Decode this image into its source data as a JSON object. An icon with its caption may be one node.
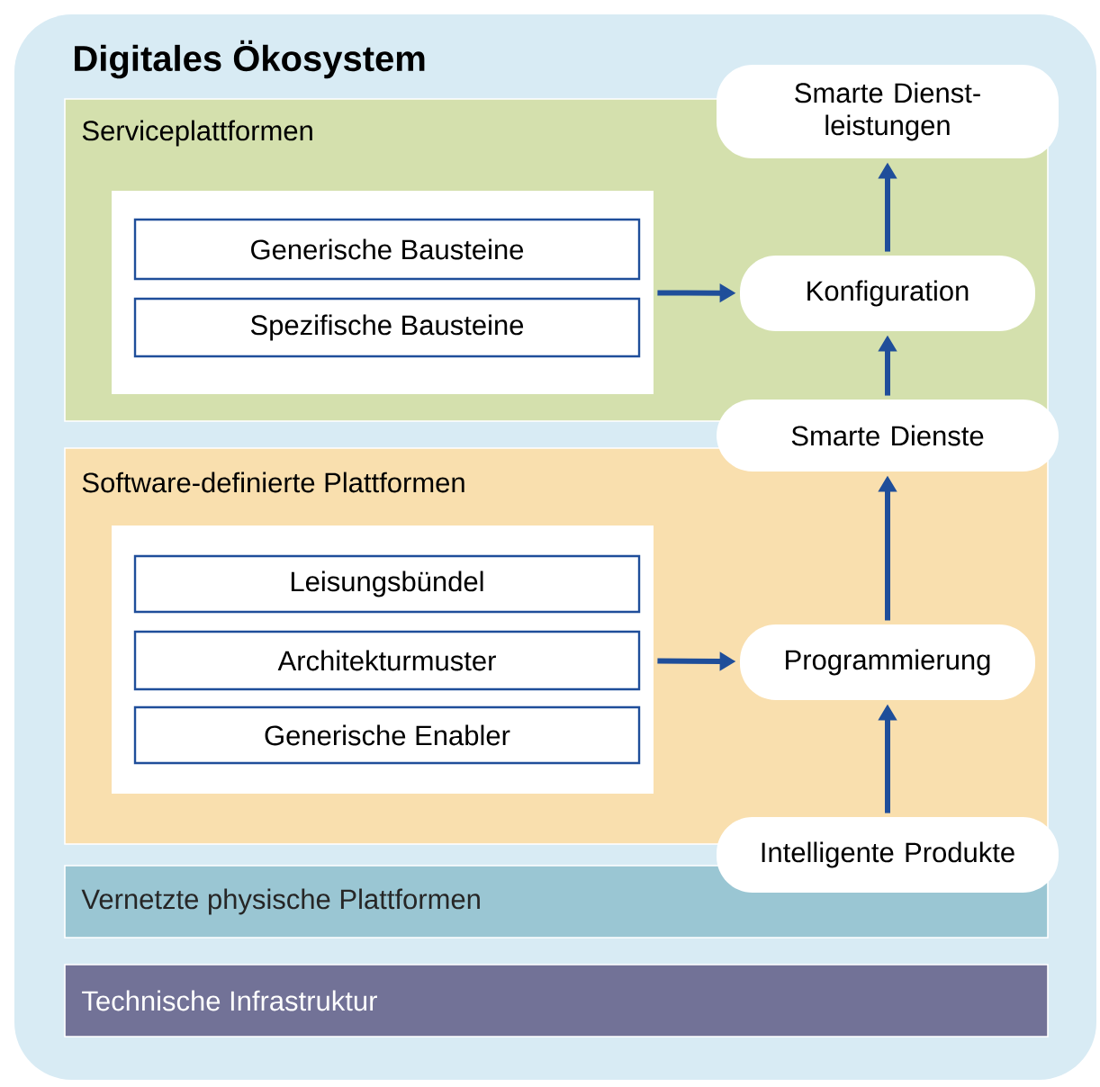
{
  "diagram": {
    "nodes": [
      {
        "text": [
          "Digitales Ökosystem"
        ]
      },
      {
        "text": [
          "Serviceplattformen"
        ],
        "in": 0
      },
      {
        "text": [],
        "shape": "box",
        "in": 1
      },
      {
        "text": [
          "Generische Bausteine"
        ],
        "in": 2
      },
      {
        "text": [
          "Spezifische Bausteine"
        ],
        "in": 2
      },
      {
        "text": [
          "Software-definierte Plattformen"
        ],
        "in": 0
      },
      {
        "text": [],
        "shape": "box",
        "in": 5
      },
      {
        "text": [
          "Leisungsbündel"
        ],
        "in": 6
      },
      {
        "text": [
          "Architekturmuster"
        ],
        "in": 6
      },
      {
        "text": [
          "Generische Enabler"
        ],
        "in": 6
      },
      {
        "text": [
          "Vernetzte physische Plattformen"
        ],
        "in": 0
      },
      {
        "text": [
          "Technische Infrastruktur"
        ],
        "in": 0
      },
      {
        "text": [
          "Smarte Dienst- leistungen"
        ],
        "in": 0
      },
      {
        "text": [
          "Konfiguration"
        ],
        "in": 1
      },
      {
        "text": [
          "Smarte Dienste"
        ],
        "in": 0
      },
      {
        "text": [
          "Programmierung"
        ],
        "in": 5
      },
      {
        "text": [
          "Intelligente Produkte"
        ],
        "in": 0
      }
    ],
    "edges": [
      {
        "from": 2,
        "to": 13,
        "arrow": "to"
      },
      {
        "from": 14,
        "to": 13,
        "arrow": "to"
      },
      {
        "from": 13,
        "to": 12,
        "arrow": "to"
      },
      {
        "from": 6,
        "to": 15,
        "arrow": "to"
      },
      {
        "from": 16,
        "to": 15,
        "arrow": "to"
      },
      {
        "from": 15,
        "to": 14,
        "arrow": "to"
      }
    ]
  }
}
